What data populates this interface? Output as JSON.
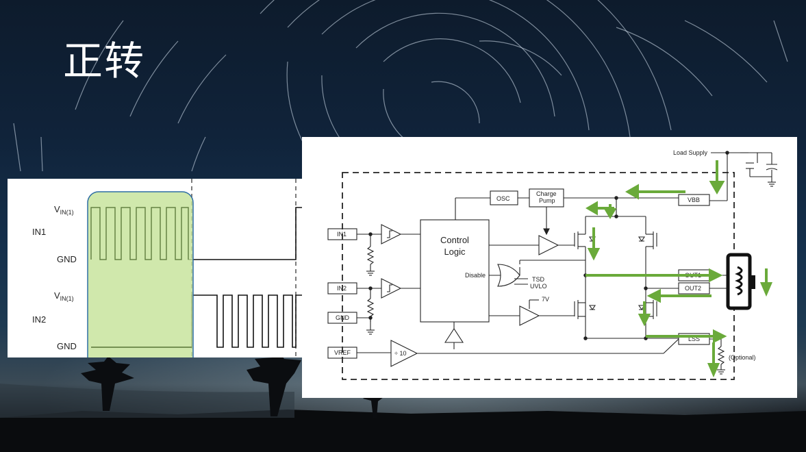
{
  "slide": {
    "title": "正转"
  },
  "timing": {
    "vin1": "V",
    "vin1_sub": "IN(1)",
    "in1": "IN1",
    "gnd1": "GND",
    "vin2": "V",
    "vin2_sub": "IN(1)",
    "in2": "IN2",
    "gnd2": "GND"
  },
  "schematic": {
    "load_supply": "Load Supply",
    "osc": "OSC",
    "charge": "Charge",
    "pump": "Pump",
    "control": "Control",
    "logic": "Logic",
    "disable": "Disable",
    "tsd": "TSD",
    "uvlo": "UVLO",
    "seven_v": "7V",
    "div10": "÷ 10",
    "in1": "IN1",
    "in2": "IN2",
    "gnd": "GND",
    "vref": "VREF",
    "vbb": "VBB",
    "out1": "OUT1",
    "out2": "OUT2",
    "lss": "LSS",
    "optional": "(Optional)"
  },
  "colors": {
    "highlight_fill": "#c6e39a",
    "highlight_stroke": "#2e6da4",
    "current_arrow": "#6aaa3a"
  }
}
